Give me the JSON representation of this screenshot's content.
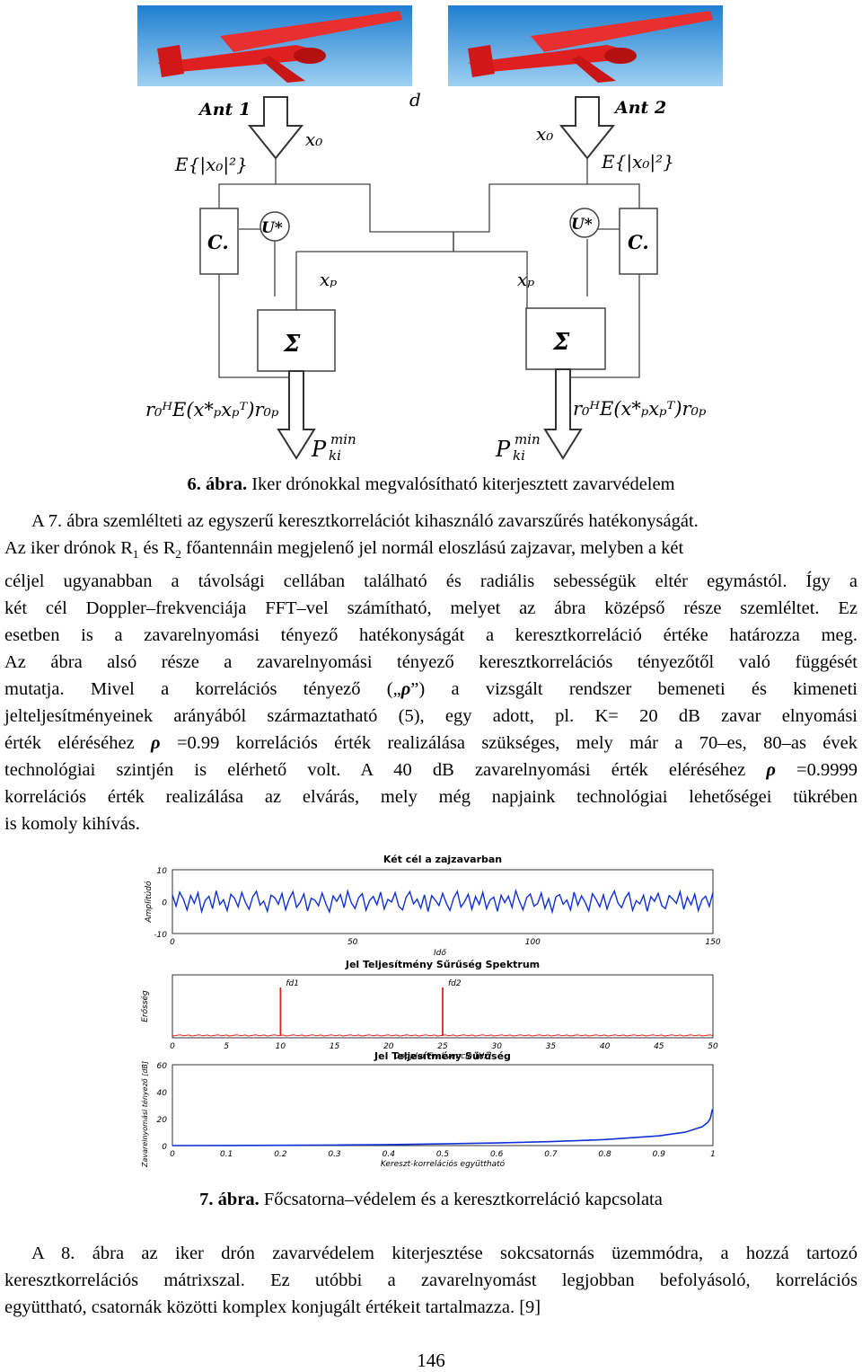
{
  "figure6": {
    "labels": {
      "ant1": "Ant 1",
      "ant2": "Ant 2",
      "d": "d",
      "x0_left": "x₀",
      "x0_right": "x₀",
      "energy_left": "E{|x₀|²}",
      "energy_right": "E{|x₀|²}",
      "c_left": "C.",
      "c_right": "C.",
      "u_left": "U*",
      "u_right": "U*",
      "xp_left": "xₚ",
      "xp_right": "xₚ",
      "sigma_left": "Σ",
      "sigma_right": "Σ",
      "formula_left": "r₀ᴴE(x*ₚxₚᵀ)r₀ₚ",
      "formula_right": "r₀ᴴE(x*ₚxₚᵀ)r₀ₚ",
      "pki_left": "P",
      "pki_left_sup": "min",
      "pki_left_sub": "ki",
      "pki_right": "P",
      "pki_right_sup": "min",
      "pki_right_sub": "ki"
    },
    "caption_num": "6. ábra.",
    "caption_text": " Iker drónokkal megvalósítható kiterjesztett zavarvédelem"
  },
  "paragraph1": {
    "l1": "A 7. ábra szemlélteti az egyszerű keresztkorrelációt kihasználó zavarszűrés hatékonyságát.",
    "l2a": "Az iker drónok R",
    "l2sub1": "1",
    "l2b": " és R",
    "l2sub2": "2",
    "l2c": " főantennáin megjelenő jel normál eloszlású zajzavar, melyben a két",
    "l3": "céljel ugyanabban a távolsági cellában található és radiális sebességük eltér egymástól. Így a",
    "l4": "két cél Doppler–frekvenciája FFT–vel számítható, melyet az ábra középső része szemléltet. Ez",
    "l5": "esetben is a zavarelnyomási tényező hatékonyságát a keresztkorreláció értéke határozza meg.",
    "l6": "Az ábra alsó része a zavarelnyomási tényező keresztkorrelációs tényezőtől való függését",
    "l7": "mutatja. Mivel a korrelációs tényező („",
    "l7rho": "ρ",
    "l7b": "”) a vizsgált rendszer bemeneti és kimeneti",
    "l8": "jelteljesítményeinek arányából származtatható (5), egy adott, pl. K= 20 dB zavar elnyomási",
    "l9a": "érték eléréséhez ",
    "l9rho": "ρ",
    "l9b": " =0.99 korrelációs érték realizálása szükséges, mely már a 70–es, 80–as évek",
    "l10a": "technológiai szintjén is elérhető volt. A 40 dB zavarelnyomási érték eléréséhez ",
    "l10rho": "ρ",
    "l10b": " =0.9999",
    "l11": "korrelációs érték realizálása az elvárás, mely még napjaink technológiai lehetőségei tükrében",
    "l12": "is komoly kihívás."
  },
  "figure7": {
    "caption_num": "7. ábra.",
    "caption_text": " Főcsatorna–védelem és a keresztkorreláció kapcsolata"
  },
  "paragraph2": {
    "l1": "A 8. ábra az iker drón zavarvédelem kiterjesztése sokcsatornás üzemmódra, a hozzá tartozó",
    "l2": "keresztkorrelációs mátrixszal. Ez utóbbi a zavarelnyomást legjobban befolyásoló, korrelációs",
    "l3": "együttható, csatornák közötti komplex konjugált értékeit tartalmazza. [9]"
  },
  "page_number": "146",
  "chart_data": [
    {
      "type": "line",
      "title": "Két cél a zajzavarban",
      "xlabel": "Idő",
      "ylabel": "Amplitúdó",
      "xlim": [
        0,
        150
      ],
      "ylim": [
        -10,
        10
      ],
      "xticks": [
        0,
        50,
        100,
        150
      ],
      "yticks": [
        -10,
        0,
        10
      ],
      "series": [
        {
          "values": [
            2.1,
            -1.4,
            3.0,
            0.8,
            -2.6,
            1.9,
            -0.5,
            2.8,
            -3.1,
            0.4,
            1.7,
            -2.2,
            3.4,
            -0.9,
            0.6,
            -2.8,
            2.3,
            1.1,
            -1.6,
            2.9,
            -0.3,
            -2.4,
            1.5,
            3.2,
            -1.1,
            0.2,
            -3.0,
            2.0,
            1.3,
            -0.8,
            2.6,
            -2.5,
            0.9,
            3.1,
            -1.8,
            -0.2,
            2.4,
            -2.9,
            1.0,
            0.5,
            -1.3,
            2.7,
            -0.6,
            -3.2,
            1.8,
            0.1,
            2.2,
            -1.9,
            3.3,
            -0.4,
            -2.1,
            1.2,
            2.5,
            -2.7,
            0.3,
            1.6,
            -1.0,
            3.0,
            -2.3,
            0.7,
            -0.1,
            2.8,
            -1.5,
            -2.6,
            1.4,
            3.1,
            -0.7,
            0.8,
            -2.0,
            2.1,
            -3.1,
            1.9,
            0.4,
            -1.2,
            2.6,
            -0.5,
            -2.8,
            1.1,
            3.2,
            -1.7,
            0.0,
            2.3,
            -2.4,
            1.6,
            -0.9,
            2.9,
            -2.2,
            0.6,
            1.4,
            -3.0,
            2.0,
            -0.3,
            1.7,
            -1.8,
            3.4,
            0.2,
            -2.5,
            1.3,
            2.4,
            -1.4,
            -0.6,
            2.7,
            -2.1,
            0.9,
            -3.2,
            1.5,
            2.2,
            -0.8,
            0.5,
            -2.6,
            3.0,
            -1.1,
            1.8,
            -0.2,
            -2.9,
            2.5,
            0.7,
            -1.6,
            2.1,
            -2.3,
            1.0,
            3.3,
            -0.4,
            -1.9,
            1.2,
            2.8,
            -2.7,
            0.3,
            -0.7,
            2.0,
            -3.0,
            1.6,
            0.1,
            2.6,
            -1.3,
            -2.2,
            1.9,
            0.8,
            -0.5,
            3.1,
            -2.4,
            1.4,
            -1.0,
            2.3,
            -2.8,
            0.6,
            1.7,
            -1.5,
            2.9
          ]
        }
      ]
    },
    {
      "type": "line",
      "title": "Jel Teljesítmény Sűrűség Spektrum",
      "xlabel": "Doppler Frekvencia [Hz]",
      "ylabel": "Erősség",
      "xlim": [
        0,
        50
      ],
      "xticks": [
        0,
        5,
        10,
        15,
        20,
        25,
        30,
        35,
        40,
        45,
        50
      ],
      "annotations": [
        "fd1",
        "fd2"
      ],
      "peaks": [
        {
          "x": 10,
          "y": 1.0
        },
        {
          "x": 25,
          "y": 1.0
        }
      ]
    },
    {
      "type": "line",
      "title": "Jel Teljesítmény Sűrűség",
      "xlabel": "Kereszt-korrelációs együttható",
      "ylabel": "Zavarelnyomási tényező [dB]",
      "xlim": [
        0,
        1
      ],
      "ylim": [
        0,
        60
      ],
      "xticks": [
        0,
        0.1,
        0.2,
        0.3,
        0.4,
        0.5,
        0.6,
        0.7,
        0.8,
        0.9,
        1
      ],
      "yticks": [
        0,
        20,
        40,
        60
      ],
      "series": [
        {
          "x": [
            0,
            0.1,
            0.2,
            0.3,
            0.4,
            0.5,
            0.6,
            0.7,
            0.8,
            0.9,
            0.95,
            0.98,
            0.99,
            0.995,
            0.999
          ],
          "values": [
            0,
            0.04,
            0.18,
            0.41,
            0.76,
            1.25,
            1.94,
            2.92,
            4.44,
            7.21,
            10.1,
            14.0,
            17.0,
            20.0,
            27.0
          ]
        }
      ]
    }
  ]
}
